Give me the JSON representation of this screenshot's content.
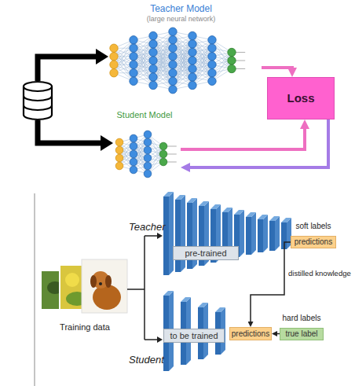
{
  "diagram": {
    "nodes": [
      {
        "text": [
          "Teacher Model",
          "(large neural network)"
        ]
      },
      {
        "text": [
          "Student Model"
        ]
      },
      {
        "text": [
          "Loss"
        ]
      },
      {
        "text": [
          "Teacher"
        ]
      },
      {
        "text": [
          "pre-trained"
        ],
        "in": 3
      },
      {
        "text": [
          "soft labels",
          "predictions"
        ]
      },
      {
        "text": [
          "Student"
        ]
      },
      {
        "text": [
          "to be trained"
        ],
        "in": 6
      },
      {
        "text": [
          "predictions"
        ]
      },
      {
        "text": [
          "hard labels",
          "true label"
        ]
      }
    ],
    "edges": [
      {
        "from": 0,
        "to": 2,
        "arrow": "to"
      },
      {
        "from": 1,
        "to": 2,
        "arrow": "to"
      },
      {
        "from": 2,
        "to": 1,
        "arrow": "to"
      },
      {
        "from": 5,
        "to": 8,
        "label": "distilled knowledge",
        "arrow": "to"
      },
      {
        "from": 9,
        "to": 8,
        "arrow": "to"
      }
    ],
    "labels": [
      "Training data"
    ]
  }
}
